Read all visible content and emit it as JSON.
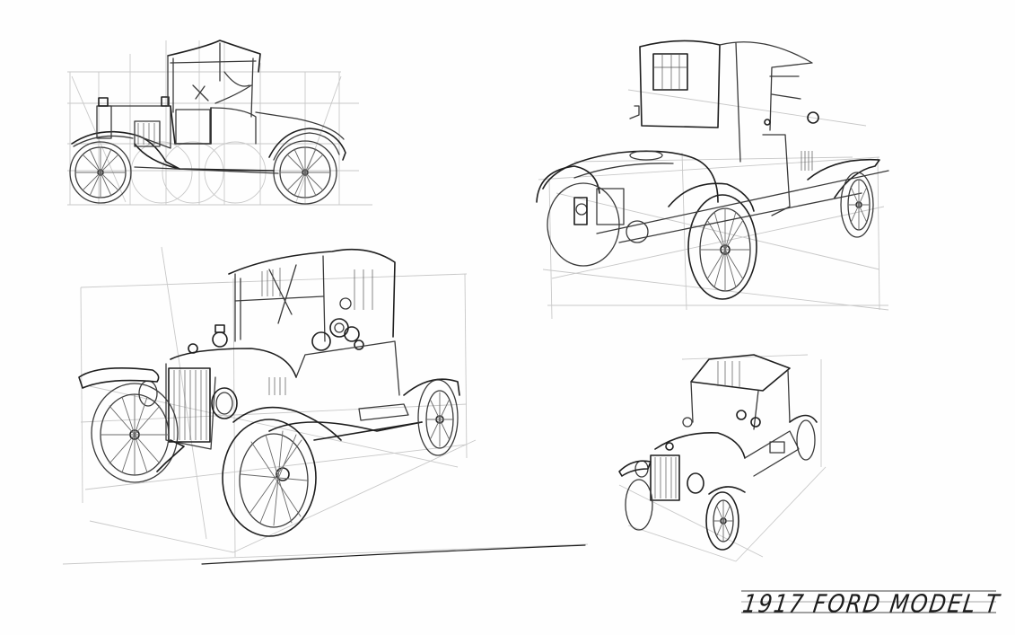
{
  "sheet": {
    "title": "1917 FORD MODEL T",
    "medium": "pencil sketch",
    "background_color": "#fefefe",
    "ink_color": "#2a2a2a",
    "guide_color": "#c8c8c8"
  },
  "drawings": [
    {
      "id": "side-view",
      "label": "Side elevation with construction grid"
    },
    {
      "id": "rear-three-quarter",
      "label": "Rear three-quarter view in perspective box"
    },
    {
      "id": "front-three-quarter-large",
      "label": "Front three-quarter view in perspective box"
    },
    {
      "id": "front-three-quarter-small",
      "label": "Small elevated front three-quarter view"
    }
  ]
}
